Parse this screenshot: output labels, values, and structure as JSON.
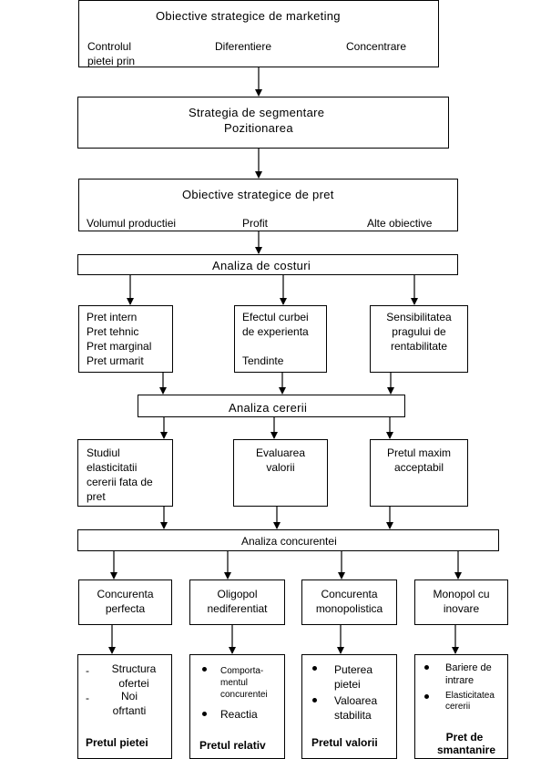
{
  "obj_marketing": {
    "title": "Obiective strategice de marketing",
    "items": [
      "Controlul pietei prin costuri",
      "Diferentiere",
      "Concentrare"
    ]
  },
  "segmentare": {
    "line1": "Strategia de segmentare",
    "line2": "Pozitionarea"
  },
  "obj_pret": {
    "title": "Obiective strategice de pret",
    "items": [
      "Volumul productiei",
      "Profit",
      "Alte obiective"
    ]
  },
  "analiza_costuri": "Analiza de costuri",
  "costuri_boxes": [
    {
      "lines": [
        "Pret intern",
        "Pret tehnic",
        "Pret marginal",
        "Pret urmarit"
      ]
    },
    {
      "lines": [
        "Efectul curbei",
        "de experienta",
        "",
        "Tendinte"
      ]
    },
    {
      "lines": [
        "Sensibilitatea",
        "pragului de",
        "rentabilitate"
      ]
    }
  ],
  "analiza_cererii": "Analiza cererii",
  "cerere_boxes": [
    {
      "lines": [
        "Studiul",
        "elasticitatii",
        "cererii fata de",
        "pret"
      ]
    },
    {
      "lines": [
        "Evaluarea",
        "valorii"
      ]
    },
    {
      "lines": [
        "Pretul maxim",
        "acceptabil"
      ]
    }
  ],
  "analiza_concurentei": "Analiza concurentei",
  "market_types": [
    {
      "lines": [
        "Concurenta",
        "perfecta"
      ]
    },
    {
      "lines": [
        "Oligopol",
        "nediferentiat"
      ]
    },
    {
      "lines": [
        "Concurenta",
        "monopolistica"
      ]
    },
    {
      "lines": [
        "Monopol cu",
        "inovare"
      ]
    }
  ],
  "results": [
    {
      "bullet": "-",
      "items": [
        [
          "Structura",
          "ofertei"
        ],
        [
          "Noi",
          "ofrtanti"
        ]
      ],
      "result": "Pretul pietei"
    },
    {
      "bullet": "•",
      "items": [
        [
          "Comporta-",
          "mentul",
          "concurentei"
        ],
        [
          "Reactia"
        ]
      ],
      "result": "Pretul relativ"
    },
    {
      "bullet": "•",
      "items": [
        [
          "Puterea",
          "pietei"
        ],
        [
          "Valoarea",
          "stabilita"
        ]
      ],
      "result": "Pretul valorii"
    },
    {
      "bullet": "•",
      "items": [
        [
          "Bariere de",
          "intrare"
        ],
        [
          "Elasticitatea",
          "cererii"
        ]
      ],
      "result": "Pret de smantanire"
    }
  ]
}
